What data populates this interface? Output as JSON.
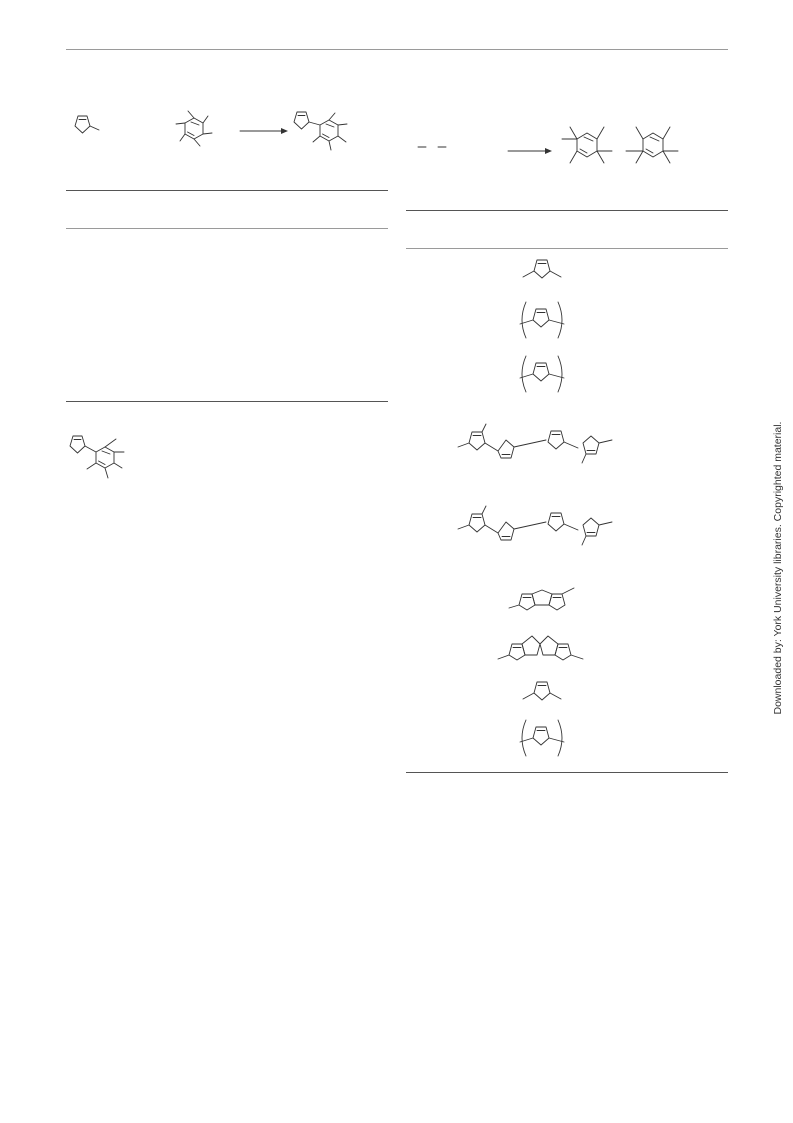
{
  "watermark": {
    "text": "Downloaded by: York University libraries. Copyrighted material."
  },
  "left_scheme": {
    "reagent_a": "2-substituted thiophene",
    "reagent_b": "hexasubstituted benzene",
    "product": "2-(thienyl)pentasubstituted benzene"
  },
  "right_scheme": {
    "reagent": "alkyne",
    "products": [
      "hexasubstituted benzene A",
      "hexasubstituted benzene B"
    ]
  },
  "right_table": {
    "entries": [
      "2,5-disubstituted thiophene",
      "bracketed thiophene (polymer unit)",
      "bracketed thiophene (polymer unit)",
      "quaterthiophene",
      "quaterthiophene",
      "dithienothiophene",
      "fused terthiophene",
      "2,5-disubstituted thiophene",
      "bracketed thiophene (polymer unit)"
    ]
  }
}
